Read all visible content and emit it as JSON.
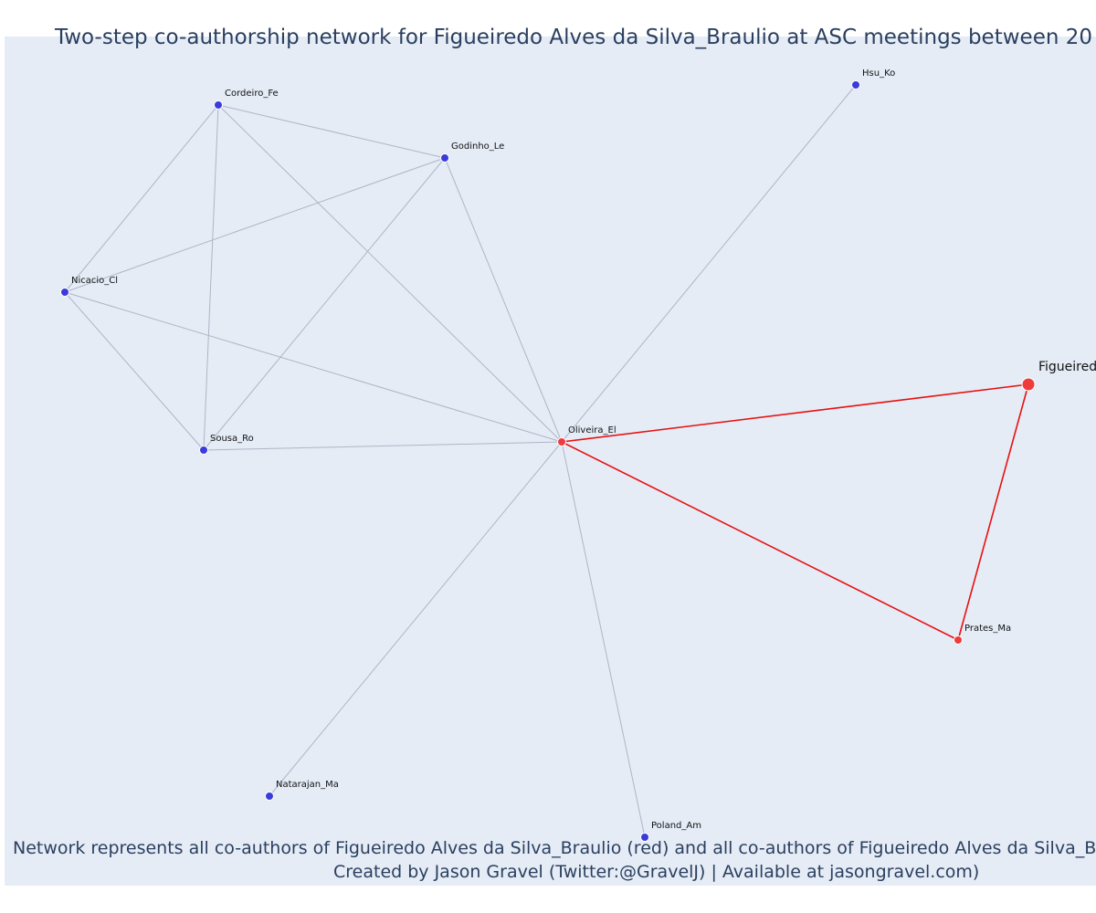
{
  "title": "Two-step co-authorship network for Figueiredo Alves da Silva_Braulio at ASC meetings between 20",
  "footer": {
    "line1": "Network represents all co-authors of Figueiredo Alves da Silva_Braulio (red) and all co-authors of Figueiredo Alves da Silva_Braul",
    "line2": "Created by Jason Gravel (Twitter:@GravelJ) | Available at jasongravel.com)"
  },
  "colors": {
    "background": "#e5ecf6",
    "text": "#2a3f5f",
    "ego_node": "#ef3b3b",
    "first_step_node": "#ef3b3b",
    "second_step_node": "#3b3bdc",
    "ego_edge": "#e81010",
    "other_edge": "#b0b4c6"
  },
  "network": {
    "nodes": [
      {
        "id": "figueiredo",
        "label": "Figueired",
        "group": "ego"
      },
      {
        "id": "oliveira",
        "label": "Oliveira_El",
        "group": "first"
      },
      {
        "id": "prates",
        "label": "Prates_Ma",
        "group": "first"
      },
      {
        "id": "cordeiro",
        "label": "Cordeiro_Fe",
        "group": "second"
      },
      {
        "id": "godinho",
        "label": "Godinho_Le",
        "group": "second"
      },
      {
        "id": "nicacio",
        "label": "Nicacio_Cl",
        "group": "second"
      },
      {
        "id": "sousa",
        "label": "Sousa_Ro",
        "group": "second"
      },
      {
        "id": "hsu",
        "label": "Hsu_Ko",
        "group": "second"
      },
      {
        "id": "natarajan",
        "label": "Natarajan_Ma",
        "group": "second"
      },
      {
        "id": "poland",
        "label": "Poland_Am",
        "group": "second"
      }
    ],
    "edges": [
      {
        "source": "cordeiro",
        "target": "godinho",
        "type": "other"
      },
      {
        "source": "cordeiro",
        "target": "nicacio",
        "type": "other"
      },
      {
        "source": "cordeiro",
        "target": "sousa",
        "type": "other"
      },
      {
        "source": "cordeiro",
        "target": "oliveira",
        "type": "other"
      },
      {
        "source": "godinho",
        "target": "nicacio",
        "type": "other"
      },
      {
        "source": "godinho",
        "target": "sousa",
        "type": "other"
      },
      {
        "source": "godinho",
        "target": "oliveira",
        "type": "other"
      },
      {
        "source": "nicacio",
        "target": "sousa",
        "type": "other"
      },
      {
        "source": "nicacio",
        "target": "oliveira",
        "type": "other"
      },
      {
        "source": "sousa",
        "target": "oliveira",
        "type": "other"
      },
      {
        "source": "hsu",
        "target": "oliveira",
        "type": "other"
      },
      {
        "source": "natarajan",
        "target": "oliveira",
        "type": "other"
      },
      {
        "source": "poland",
        "target": "oliveira",
        "type": "other"
      },
      {
        "source": "oliveira",
        "target": "figueiredo",
        "type": "ego"
      },
      {
        "source": "oliveira",
        "target": "prates",
        "type": "ego"
      },
      {
        "source": "prates",
        "target": "figueiredo",
        "type": "ego"
      }
    ]
  }
}
